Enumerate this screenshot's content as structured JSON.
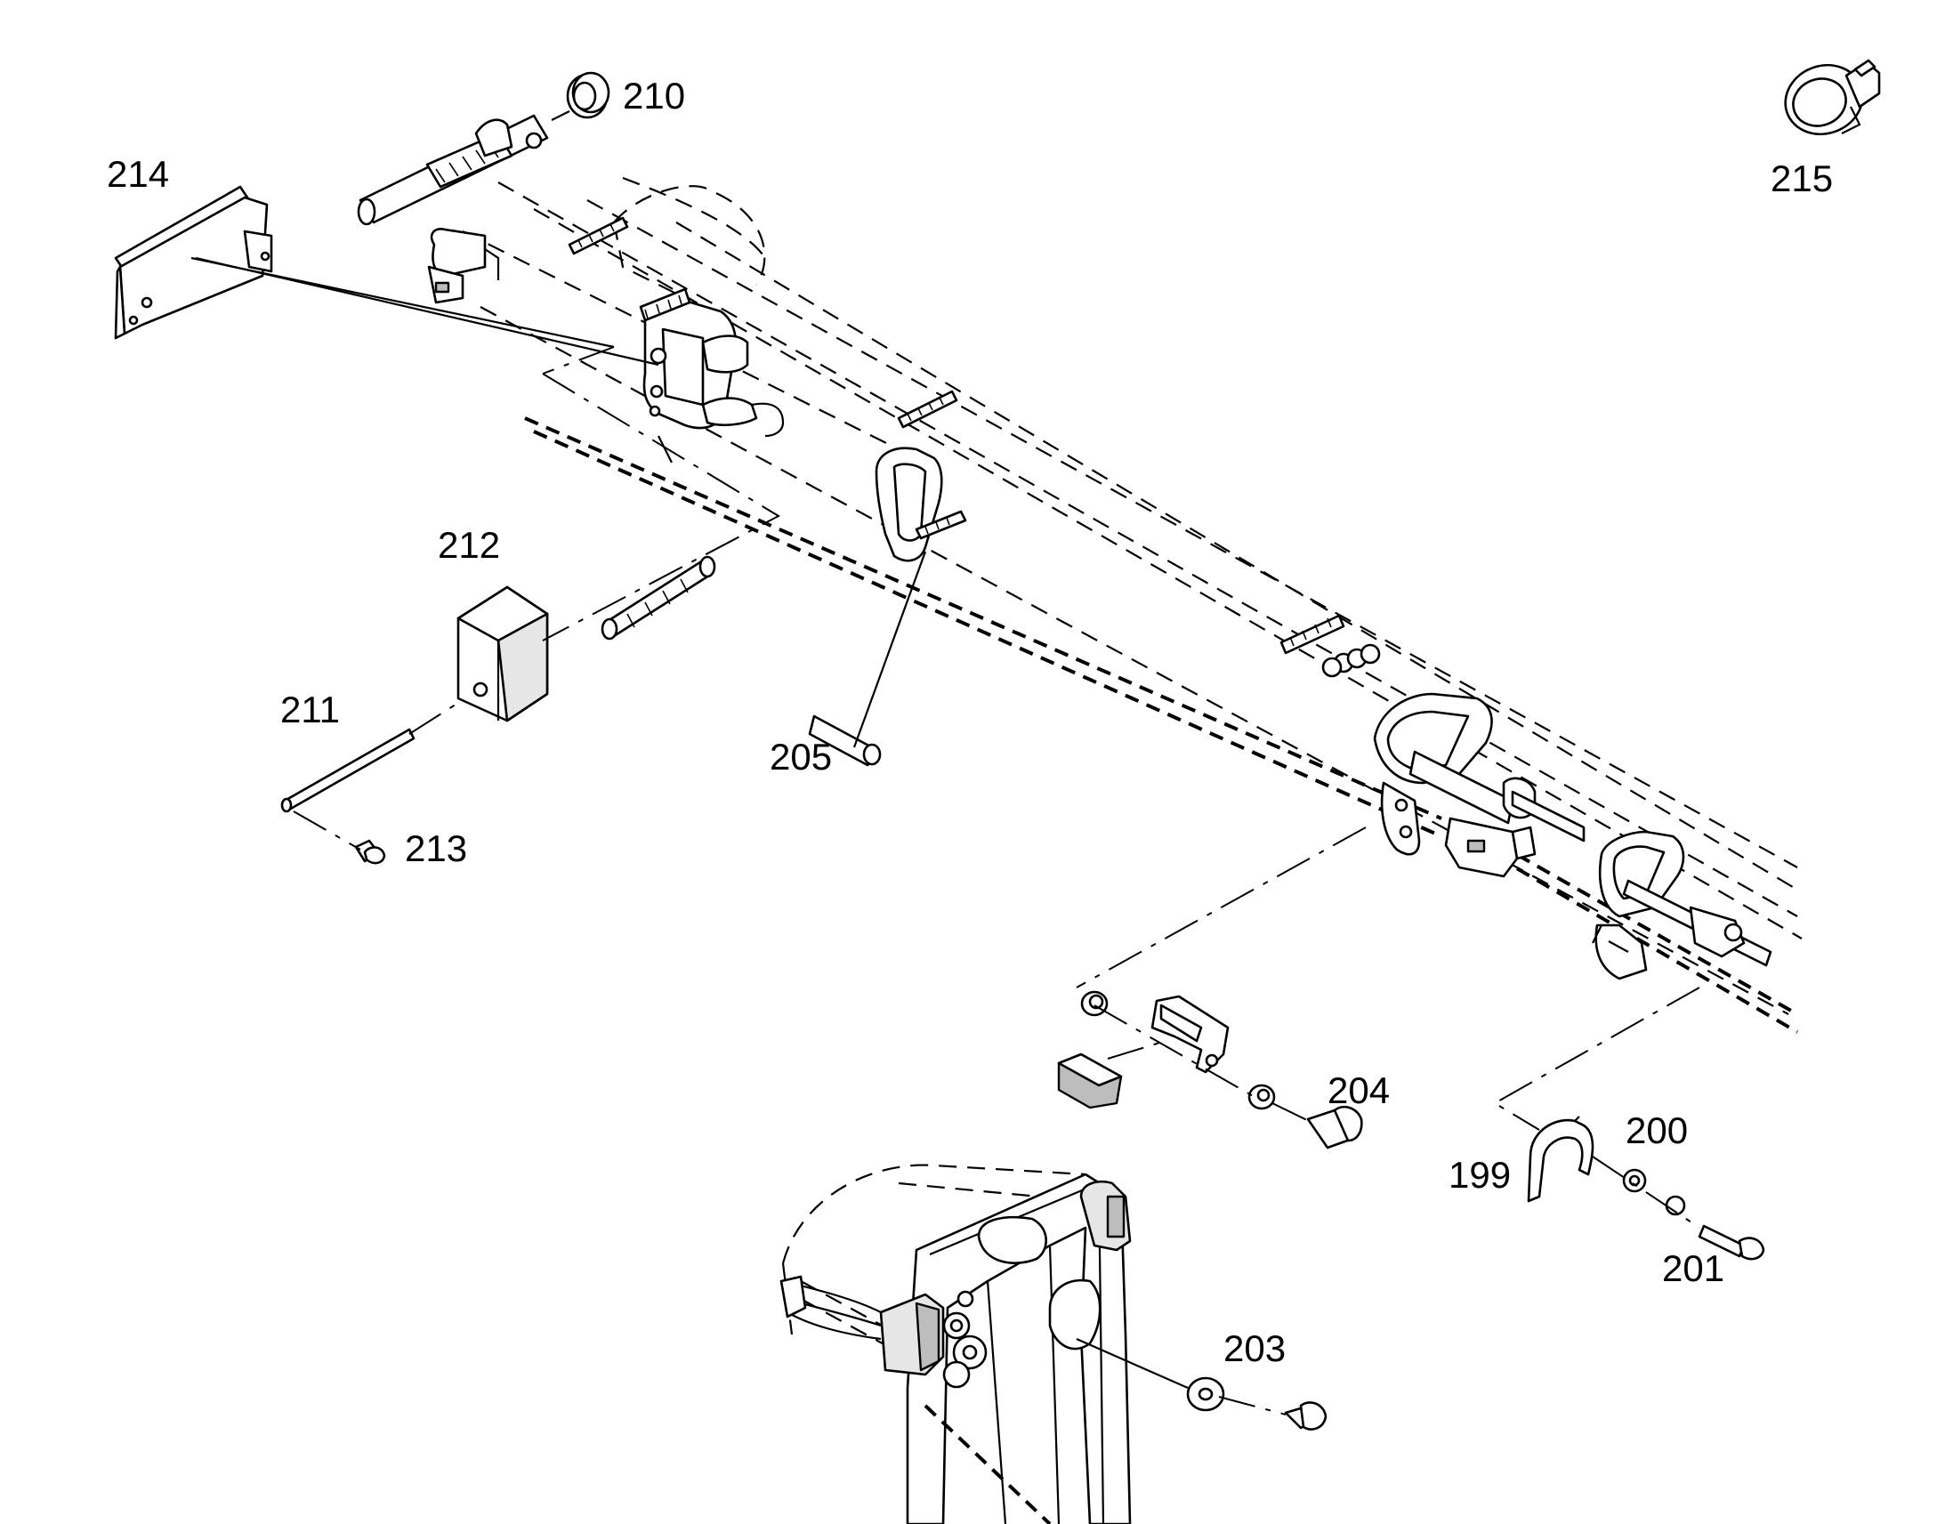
{
  "diagram": {
    "callouts": [
      {
        "id": "210",
        "text": "210"
      },
      {
        "id": "214",
        "text": "214"
      },
      {
        "id": "215",
        "text": "215"
      },
      {
        "id": "212",
        "text": "212"
      },
      {
        "id": "211",
        "text": "211"
      },
      {
        "id": "213",
        "text": "213"
      },
      {
        "id": "205",
        "text": "205"
      },
      {
        "id": "204",
        "text": "204"
      },
      {
        "id": "200",
        "text": "200"
      },
      {
        "id": "199",
        "text": "199"
      },
      {
        "id": "201",
        "text": "201"
      },
      {
        "id": "203",
        "text": "203"
      }
    ]
  }
}
